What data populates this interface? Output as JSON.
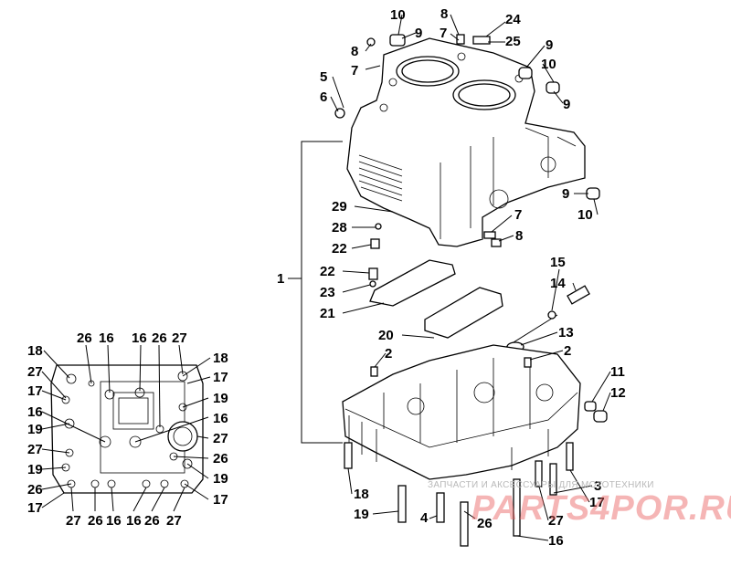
{
  "callouts": [
    {
      "id": "c10a",
      "text": "10"
    },
    {
      "id": "c9a",
      "text": "9"
    },
    {
      "id": "c8a",
      "text": "8"
    },
    {
      "id": "c7a",
      "text": "7"
    },
    {
      "id": "c24",
      "text": "24"
    },
    {
      "id": "c25",
      "text": "25"
    },
    {
      "id": "c8b",
      "text": "8"
    },
    {
      "id": "c7b",
      "text": "7"
    },
    {
      "id": "c9b",
      "text": "9"
    },
    {
      "id": "c10b",
      "text": "10"
    },
    {
      "id": "c9c",
      "text": "9"
    },
    {
      "id": "c5",
      "text": "5"
    },
    {
      "id": "c6",
      "text": "6"
    },
    {
      "id": "c29",
      "text": "29"
    },
    {
      "id": "c28",
      "text": "28"
    },
    {
      "id": "c22a",
      "text": "22"
    },
    {
      "id": "c7c",
      "text": "7"
    },
    {
      "id": "c8c",
      "text": "8"
    },
    {
      "id": "c9d",
      "text": "9"
    },
    {
      "id": "c10c",
      "text": "10"
    },
    {
      "id": "c1",
      "text": "1"
    },
    {
      "id": "c22b",
      "text": "22"
    },
    {
      "id": "c23",
      "text": "23"
    },
    {
      "id": "c21",
      "text": "21"
    },
    {
      "id": "c15",
      "text": "15"
    },
    {
      "id": "c14",
      "text": "14"
    },
    {
      "id": "c20",
      "text": "20"
    },
    {
      "id": "c13",
      "text": "13"
    },
    {
      "id": "c2a",
      "text": "2"
    },
    {
      "id": "c2b",
      "text": "2"
    },
    {
      "id": "c11",
      "text": "11"
    },
    {
      "id": "c12",
      "text": "12"
    },
    {
      "id": "c18a",
      "text": "18"
    },
    {
      "id": "c19a",
      "text": "19"
    },
    {
      "id": "c4",
      "text": "4"
    },
    {
      "id": "c26a",
      "text": "26"
    },
    {
      "id": "c27a",
      "text": "27"
    },
    {
      "id": "c16a",
      "text": "16"
    },
    {
      "id": "c3",
      "text": "3"
    },
    {
      "id": "c17a",
      "text": "17"
    },
    {
      "id": "i18a",
      "text": "18"
    },
    {
      "id": "i26a",
      "text": "26"
    },
    {
      "id": "i16a",
      "text": "16"
    },
    {
      "id": "i16b",
      "text": "16"
    },
    {
      "id": "i26b",
      "text": "26"
    },
    {
      "id": "i27a",
      "text": "27"
    },
    {
      "id": "i18b",
      "text": "18"
    },
    {
      "id": "i27b",
      "text": "27"
    },
    {
      "id": "i17a",
      "text": "17"
    },
    {
      "id": "i17b",
      "text": "17"
    },
    {
      "id": "i19a",
      "text": "19"
    },
    {
      "id": "i16c",
      "text": "16"
    },
    {
      "id": "i16d",
      "text": "16"
    },
    {
      "id": "i19b",
      "text": "19"
    },
    {
      "id": "i27c",
      "text": "27"
    },
    {
      "id": "i27d",
      "text": "27"
    },
    {
      "id": "i26c",
      "text": "26"
    },
    {
      "id": "i19c",
      "text": "19"
    },
    {
      "id": "i19d",
      "text": "19"
    },
    {
      "id": "i26d",
      "text": "26"
    },
    {
      "id": "i17c",
      "text": "17"
    },
    {
      "id": "i17d",
      "text": "17"
    },
    {
      "id": "i27e",
      "text": "27"
    },
    {
      "id": "i26e",
      "text": "26"
    },
    {
      "id": "i16e",
      "text": "16"
    },
    {
      "id": "i16f",
      "text": "16"
    },
    {
      "id": "i26f",
      "text": "26"
    },
    {
      "id": "i27f",
      "text": "27"
    }
  ],
  "watermark": {
    "tagline": "ЗАПЧАСТИ И АКСЕССУАРЫ ДЛЯ МОТОТЕХНИКИ",
    "logo": "PARTS4POR.RU"
  }
}
